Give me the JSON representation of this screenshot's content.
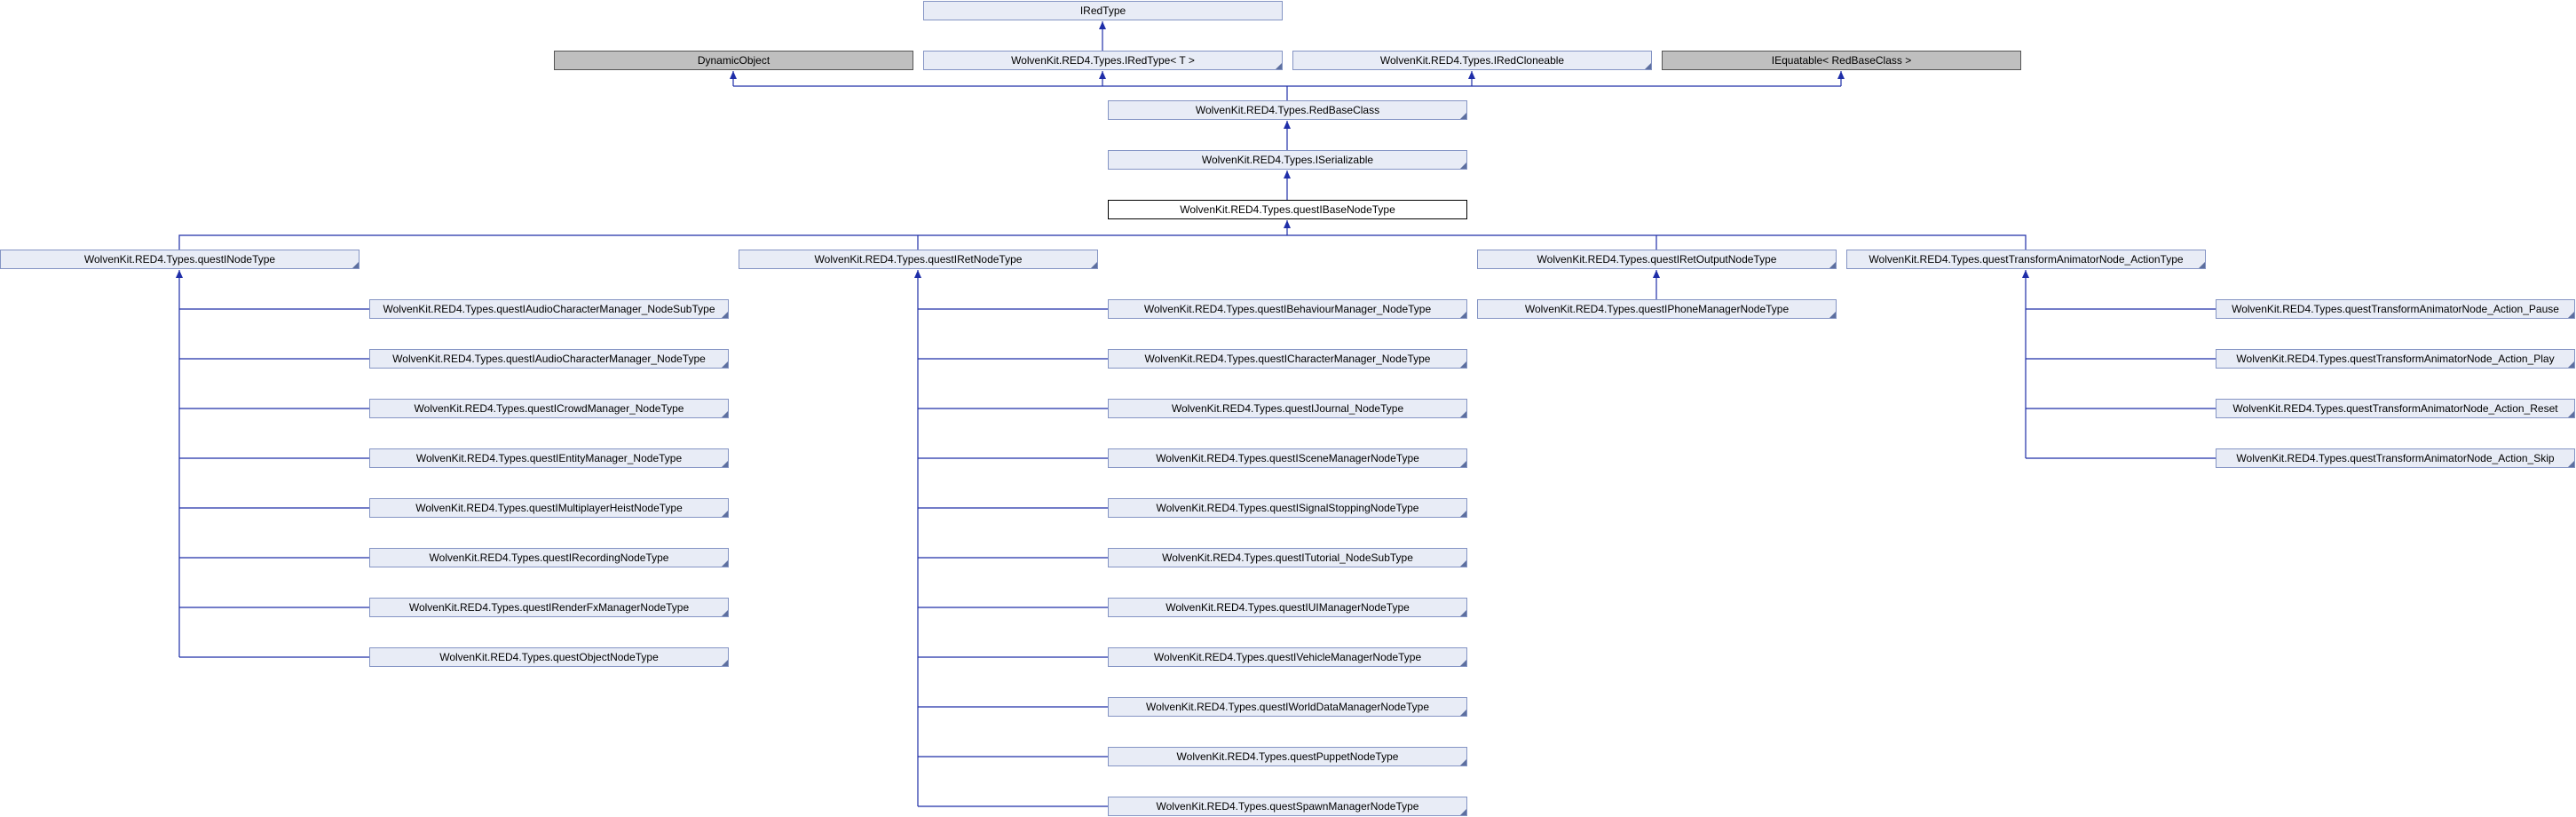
{
  "diagram": {
    "colors": {
      "edge": "#1f2ea8",
      "node_fill": "#e8ecf6",
      "node_border": "#8494c4",
      "external_fill": "#bfbfbf"
    },
    "nodes": {
      "iredtype": "IRedType",
      "dynamicobject": "DynamicObject",
      "iredtype_t": "WolvenKit.RED4.Types.IRedType< T >",
      "iredcloneable": "WolvenKit.RED4.Types.IRedCloneable",
      "iequatable": "IEquatable< RedBaseClass >",
      "redbaseclass": "WolvenKit.RED4.Types.RedBaseClass",
      "iserializable": "WolvenKit.RED4.Types.ISerializable",
      "questibasenodetype": "WolvenKit.RED4.Types.questIBaseNodeType",
      "questinodetype": "WolvenKit.RED4.Types.questINodeType",
      "questiretnodetype": "WolvenKit.RED4.Types.questIRetNodeType",
      "questiretoutputnodetype": "WolvenKit.RED4.Types.questIRetOutputNodeType",
      "questtransformanimatornode_actiontype": "WolvenKit.RED4.Types.questTransformAnimatorNode_ActionType",
      "questiaudiocharactermanager_nodesubtype": "WolvenKit.RED4.Types.questIAudioCharacterManager_NodeSubType",
      "questiaudiocharactermanager_nodetype": "WolvenKit.RED4.Types.questIAudioCharacterManager_NodeType",
      "questicrowdmanager_nodetype": "WolvenKit.RED4.Types.questICrowdManager_NodeType",
      "questientitymanager_nodetype": "WolvenKit.RED4.Types.questIEntityManager_NodeType",
      "questimultiplayerheistnodetype": "WolvenKit.RED4.Types.questIMultiplayerHeistNodeType",
      "questirecordingnodetype": "WolvenKit.RED4.Types.questIRecordingNodeType",
      "questirenderfxmanagernodetype": "WolvenKit.RED4.Types.questIRenderFxManagerNodeType",
      "questobjectnodetype": "WolvenKit.RED4.Types.questObjectNodeType",
      "questibehaviourmanager_nodetype": "WolvenKit.RED4.Types.questIBehaviourManager_NodeType",
      "questicharactermanager_nodetype": "WolvenKit.RED4.Types.questICharacterManager_NodeType",
      "questijournal_nodetype": "WolvenKit.RED4.Types.questIJournal_NodeType",
      "questiscenemanagernodetype": "WolvenKit.RED4.Types.questISceneManagerNodeType",
      "questisignalstoppingnodetype": "WolvenKit.RED4.Types.questISignalStoppingNodeType",
      "questitutorial_nodesubtype": "WolvenKit.RED4.Types.questITutorial_NodeSubType",
      "questiuimanagernodetype": "WolvenKit.RED4.Types.questIUIManagerNodeType",
      "questivehiclemanagernodetype": "WolvenKit.RED4.Types.questIVehicleManagerNodeType",
      "questiworlddatamanagernodetype": "WolvenKit.RED4.Types.questIWorldDataManagerNodeType",
      "questpuppetnodetype": "WolvenKit.RED4.Types.questPuppetNodeType",
      "questspawnmanagernodetype": "WolvenKit.RED4.Types.questSpawnManagerNodeType",
      "questiphonemanagernodetype": "WolvenKit.RED4.Types.questIPhoneManagerNodeType",
      "action_pause": "WolvenKit.RED4.Types.questTransformAnimatorNode_Action_Pause",
      "action_play": "WolvenKit.RED4.Types.questTransformAnimatorNode_Action_Play",
      "action_reset": "WolvenKit.RED4.Types.questTransformAnimatorNode_Action_Reset",
      "action_skip": "WolvenKit.RED4.Types.questTransformAnimatorNode_Action_Skip"
    }
  }
}
